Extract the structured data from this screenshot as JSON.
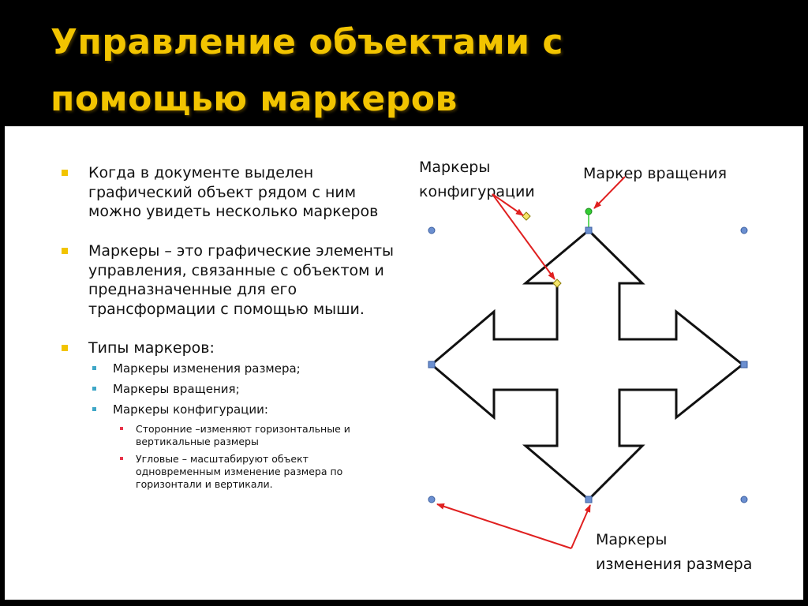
{
  "title": {
    "line1": "Управление объектами с",
    "line2": "помощью маркеров"
  },
  "bullets": [
    {
      "text": "Когда в документе выделен графический объект рядом с ним можно увидеть несколько маркеров"
    },
    {
      "text": "Маркеры – это графические элементы управления, связанные с объектом и предназначенные для его трансформации с помощью мыши."
    },
    {
      "text": "Типы маркеров:"
    }
  ],
  "marker_types": [
    "Маркеры изменения размера;",
    "Маркеры вращения;",
    "Маркеры конфигурации:"
  ],
  "config_subtypes": [
    "Сторонние –изменяют горизонтальные и вертикальные размеры",
    "Угловые – масштабируют объект одновременным изменение размера по горизонтали и вертикали."
  ],
  "labels": {
    "config_line1": "Маркеры",
    "config_line2": "конфигурации",
    "rotation": "Маркер вращения",
    "resize_line1": "Маркеры",
    "resize_line2": "изменения размера"
  },
  "colors": {
    "title": "#f2c400",
    "arrow": "#e02020",
    "handle": "#6b8fd0",
    "rotation_handle": "#33cc33",
    "config_handle": "#f5e66b"
  }
}
